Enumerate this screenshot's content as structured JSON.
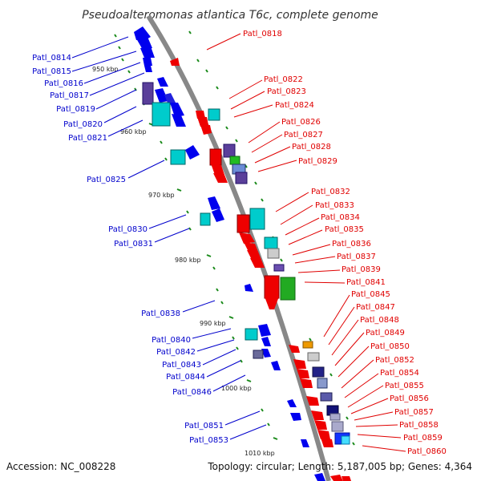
{
  "title": "Pseudoalteromonas atlantica T6c, complete genome",
  "accession": "Accession: NC_008228",
  "topology": "Topology: circular; Length: 5,187,005 bp; Genes: 4,364",
  "colors": {
    "backbone": "#888888",
    "tick": "#1a8a1a",
    "left_label": "#0000cc",
    "right_label": "#e00000"
  },
  "kbp_marks": [
    "950 kbp",
    "960 kbp",
    "970 kbp",
    "980 kbp",
    "990 kbp",
    "1000 kbp",
    "1010 kbp"
  ],
  "left_genes": [
    "Patl_0814",
    "Patl_0815",
    "Patl_0816",
    "Patl_0817",
    "Patl_0819",
    "Patl_0820",
    "Patl_0821",
    "Patl_0825",
    "Patl_0830",
    "Patl_0831",
    "Patl_0838",
    "Patl_0840",
    "Patl_0842",
    "Patl_0843",
    "Patl_0844",
    "Patl_0846",
    "Patl_0851",
    "Patl_0853"
  ],
  "right_genes": [
    "Patl_0818",
    "Patl_0822",
    "Patl_0823",
    "Patl_0824",
    "Patl_0826",
    "Patl_0827",
    "Patl_0828",
    "Patl_0829",
    "Patl_0832",
    "Patl_0833",
    "Patl_0834",
    "Patl_0835",
    "Patl_0836",
    "Patl_0837",
    "Patl_0839",
    "Patl_0841",
    "Patl_0845",
    "Patl_0847",
    "Patl_0848",
    "Patl_0849",
    "Patl_0850",
    "Patl_0852",
    "Patl_0854",
    "Patl_0855",
    "Patl_0856",
    "Patl_0857",
    "Patl_0858",
    "Patl_0859",
    "Patl_0860"
  ]
}
